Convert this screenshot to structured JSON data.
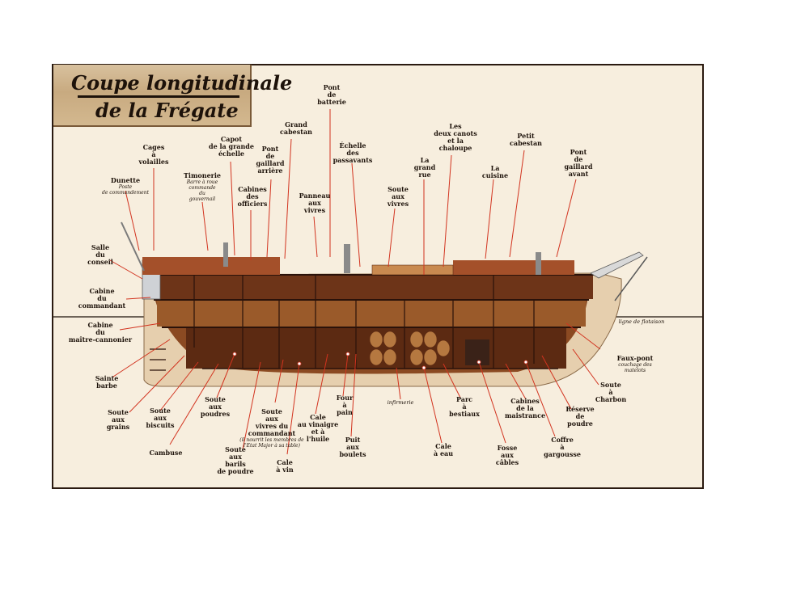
{
  "title": {
    "line1": "Coupe longitudinale",
    "line2": "de la Frégate"
  },
  "colors": {
    "paper": "#f7eede",
    "hull": "#e6cfae",
    "deck_wood": "#7a3b1c",
    "leader": "#d2331f",
    "text": "#1d120a"
  },
  "waterline_label": "ligne de flotaison",
  "labels": {
    "dunette": "Dunette",
    "dunette_sub": "Poste\nde commandement",
    "cages": "Cages\nà\nvolailles",
    "timonerie": "Timonerie",
    "timonerie_sub": "Barre à roue\ncommande\ndu\ngouvernail",
    "capot": "Capot\nde la grande\néchelle",
    "cabines_officiers": "Cabines\ndes\nofficiers",
    "pont_gaillard_arriere": "Pont\nde\ngaillard\narrière",
    "grand_cabestan": "Grand\ncabestan",
    "panneau_vivres": "Panneau\naux\nvivres",
    "pont_batterie": "Pont\nde\nbatterie",
    "echelle_passavants": "Échelle\ndes\npassavants",
    "soute_vivres": "Soute\naux\nvivres",
    "grand_rue": "La\ngrand\nrue",
    "deux_canots": "Les\ndeux canots\net la\nchaloupe",
    "cuisine": "La\ncuisine",
    "petit_cabestan": "Petit\ncabestan",
    "pont_gaillard_avant": "Pont\nde\ngaillard\navant",
    "salle_conseil": "Salle\ndu\nconseil",
    "cabine_commandant": "Cabine\ndu\ncommandant",
    "cabine_maitre": "Cabine\ndu\nmaître-cannonier",
    "faux_pont": "Faux-pont",
    "faux_pont_sub": "couchage des\nmatelots",
    "soute_charbon": "Soute\nà\nCharbon",
    "reserve_poudre": "Réserve\nde\npoudre",
    "coffre_gargousse": "Coffre\nà\ngargousse",
    "fosse_cables": "Fosse\naux\ncâbles",
    "cabines_maistrance": "Cabines\nde la\nmaistrance",
    "parc_bestiaux": "Parc\nà\nbestiaux",
    "cale_eau": "Cale\nà eau",
    "infirmerie": "infirmerie",
    "four_pain": "Four\nà\npain",
    "puit_boulets": "Puit\naux\nboulets",
    "cale_vinaigre": "Cale\nau vinaigre\net à\nl'huile",
    "cale_vin": "Cale\nà vin",
    "soute_vivres_commandant": "Soute\naux\nvivres du\ncommandant",
    "soute_vivres_commandant_sub": "(il nourrit les membres de\nl'Etat Major à sa table)",
    "soute_barils": "Soute\naux\nbarils\nde poudre",
    "soute_poudres": "Soute\naux\npoudres",
    "cambuse": "Cambuse",
    "soute_biscuits": "Soute\naux\nbiscuits",
    "soute_grains": "Soute\naux\ngrains",
    "sainte_barbe": "Sainte\nbarbe"
  }
}
